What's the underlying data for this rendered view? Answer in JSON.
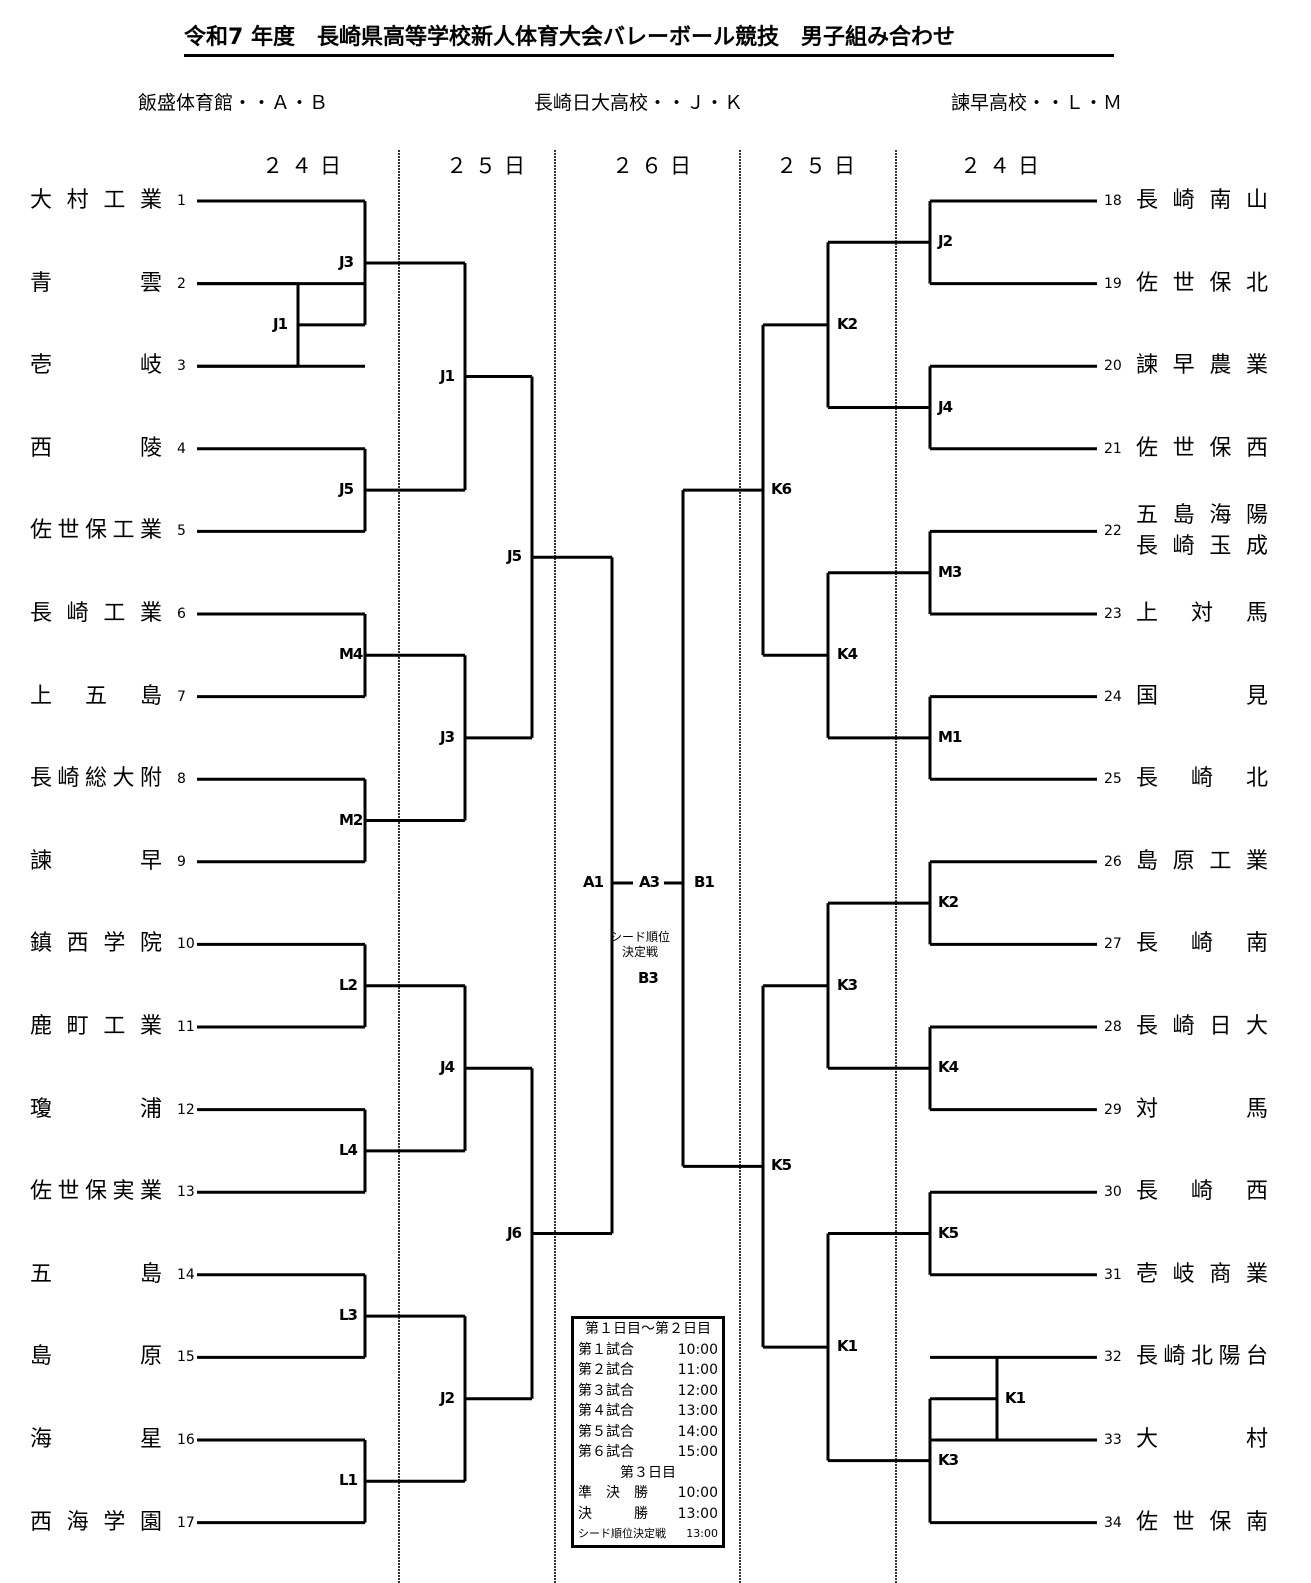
{
  "title": "令和7 年度　長崎県高等学校新人体育大会バレーボール競技　男子組み合わせ",
  "venues": [
    {
      "label": "飯盛体育館・・Ａ・Ｂ"
    },
    {
      "label": "長崎日大高校・・Ｊ・Ｋ"
    },
    {
      "label": "諫早高校・・Ｌ・Ｍ"
    }
  ],
  "days": [
    "２４日",
    "２５日",
    "２６日",
    "２５日",
    "２４日"
  ],
  "left_teams": [
    {
      "seed": "1",
      "chars": [
        "大",
        "村",
        "工",
        "業"
      ]
    },
    {
      "seed": "2",
      "chars": [
        "青",
        "雲"
      ]
    },
    {
      "seed": "3",
      "chars": [
        "壱",
        "岐"
      ]
    },
    {
      "seed": "4",
      "chars": [
        "西",
        "陵"
      ]
    },
    {
      "seed": "5",
      "chars": [
        "佐",
        "世",
        "保",
        "工",
        "業"
      ]
    },
    {
      "seed": "6",
      "chars": [
        "長",
        "崎",
        "工",
        "業"
      ]
    },
    {
      "seed": "7",
      "chars": [
        "上",
        "五",
        "島"
      ]
    },
    {
      "seed": "8",
      "chars": [
        "長",
        "崎",
        "総",
        "大",
        "附"
      ]
    },
    {
      "seed": "9",
      "chars": [
        "諫",
        "早"
      ]
    },
    {
      "seed": "10",
      "chars": [
        "鎮",
        "西",
        "学",
        "院"
      ]
    },
    {
      "seed": "11",
      "chars": [
        "鹿",
        "町",
        "工",
        "業"
      ]
    },
    {
      "seed": "12",
      "chars": [
        "瓊",
        "浦"
      ]
    },
    {
      "seed": "13",
      "chars": [
        "佐",
        "世",
        "保",
        "実",
        "業"
      ]
    },
    {
      "seed": "14",
      "chars": [
        "五",
        "島"
      ]
    },
    {
      "seed": "15",
      "chars": [
        "島",
        "原"
      ]
    },
    {
      "seed": "16",
      "chars": [
        "海",
        "星"
      ]
    },
    {
      "seed": "17",
      "chars": [
        "西",
        "海",
        "学",
        "園"
      ]
    }
  ],
  "right_teams": [
    {
      "seed": "18",
      "chars": [
        "長",
        "崎",
        "南",
        "山"
      ]
    },
    {
      "seed": "19",
      "chars": [
        "佐",
        "世",
        "保",
        "北"
      ]
    },
    {
      "seed": "20",
      "chars": [
        "諫",
        "早",
        "農",
        "業"
      ]
    },
    {
      "seed": "21",
      "chars": [
        "佐",
        "世",
        "保",
        "西"
      ]
    },
    {
      "seed": "22",
      "lines": [
        [
          "五",
          "島",
          "海",
          "陽"
        ],
        [
          "長",
          "崎",
          "玉",
          "成"
        ]
      ]
    },
    {
      "seed": "23",
      "chars": [
        "上",
        "対",
        "馬"
      ]
    },
    {
      "seed": "24",
      "chars": [
        "国",
        "見"
      ]
    },
    {
      "seed": "25",
      "chars": [
        "長",
        "崎",
        "北"
      ]
    },
    {
      "seed": "26",
      "chars": [
        "島",
        "原",
        "工",
        "業"
      ]
    },
    {
      "seed": "27",
      "chars": [
        "長",
        "崎",
        "南"
      ]
    },
    {
      "seed": "28",
      "chars": [
        "長",
        "崎",
        "日",
        "大"
      ]
    },
    {
      "seed": "29",
      "chars": [
        "対",
        "馬"
      ]
    },
    {
      "seed": "30",
      "chars": [
        "長",
        "崎",
        "西"
      ]
    },
    {
      "seed": "31",
      "chars": [
        "壱",
        "岐",
        "商",
        "業"
      ]
    },
    {
      "seed": "32",
      "chars": [
        "長",
        "崎",
        "北",
        "陽",
        "台"
      ]
    },
    {
      "seed": "33",
      "chars": [
        "大",
        "村"
      ]
    },
    {
      "seed": "34",
      "chars": [
        "佐",
        "世",
        "保",
        "南"
      ]
    }
  ],
  "match_labels": {
    "left_prelim": "J1",
    "left_r1": [
      "J3",
      "J5",
      "M4",
      "M2",
      "L2",
      "L4",
      "L3",
      "L1"
    ],
    "left_r2": [
      "J1",
      "J3",
      "J4",
      "J2"
    ],
    "left_r3": [
      "J5",
      "J6"
    ],
    "left_semi": "A1",
    "final": "A3",
    "right_semi": "B1",
    "right_r3": [
      "K6",
      "K5"
    ],
    "right_r2": [
      "K2",
      "K4",
      "K3",
      "K1"
    ],
    "right_r1": [
      "J2",
      "J4",
      "M3",
      "M1",
      "K2",
      "K4",
      "K5",
      "K3"
    ],
    "right_prelim": "K1",
    "seed_playoff": "B3"
  },
  "seed_playoff_note": [
    "シード順位",
    "決定戦"
  ],
  "schedule": {
    "header1": "第１日目～第２日目",
    "games": [
      {
        "label": "第１試合",
        "time": "10:00"
      },
      {
        "label": "第２試合",
        "time": "11:00"
      },
      {
        "label": "第３試合",
        "time": "12:00"
      },
      {
        "label": "第４試合",
        "time": "13:00"
      },
      {
        "label": "第５試合",
        "time": "14:00"
      },
      {
        "label": "第６試合",
        "time": "15:00"
      }
    ],
    "header2": "第３日目",
    "finals": [
      {
        "label": "準　決　勝",
        "time": "10:00"
      },
      {
        "label": "決　　　勝",
        "time": "13:00"
      },
      {
        "label": "シード順位決定戦",
        "time": "13:00"
      }
    ]
  }
}
